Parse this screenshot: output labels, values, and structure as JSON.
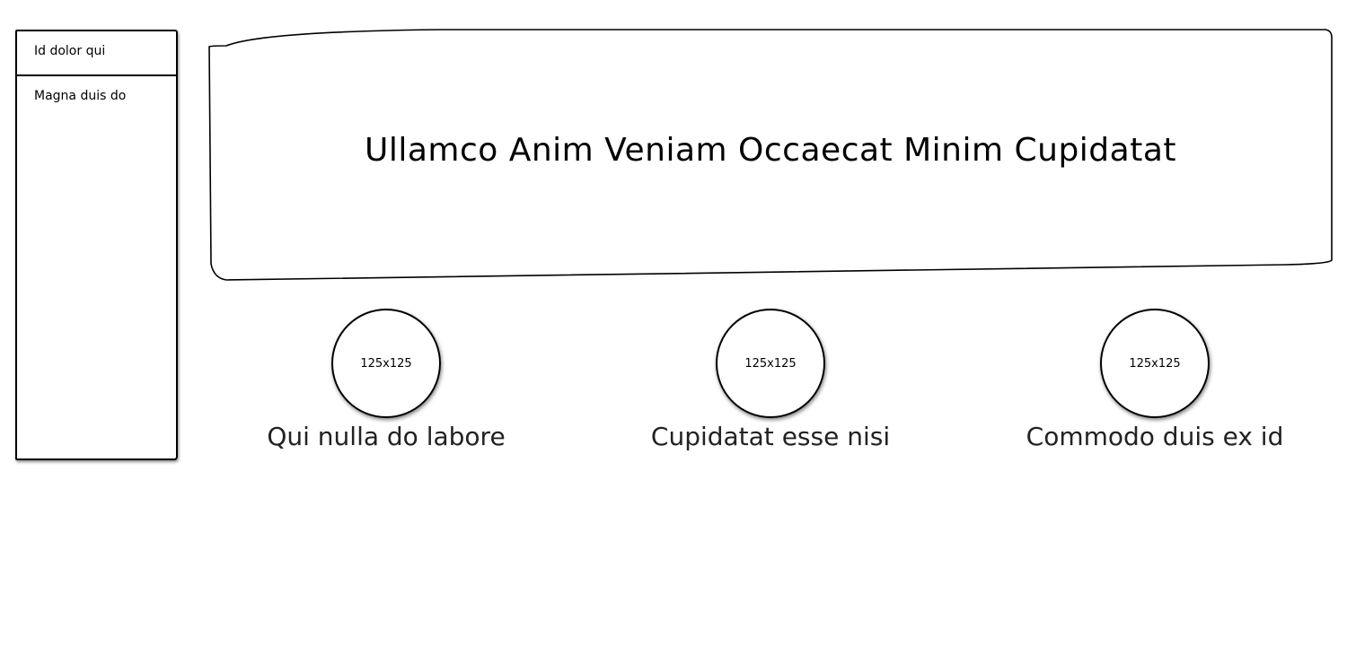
{
  "sidebar": {
    "items": [
      {
        "label": "Id dolor qui"
      },
      {
        "label": "Magna duis do"
      }
    ]
  },
  "hero": {
    "title": "Ullamco Anim Veniam Occaecat Minim Cupidatat"
  },
  "features": [
    {
      "image_label": "125x125",
      "caption": "Qui nulla do labore"
    },
    {
      "image_label": "125x125",
      "caption": "Cupidatat esse nisi"
    },
    {
      "image_label": "125x125",
      "caption": "Commodo duis ex id"
    }
  ]
}
